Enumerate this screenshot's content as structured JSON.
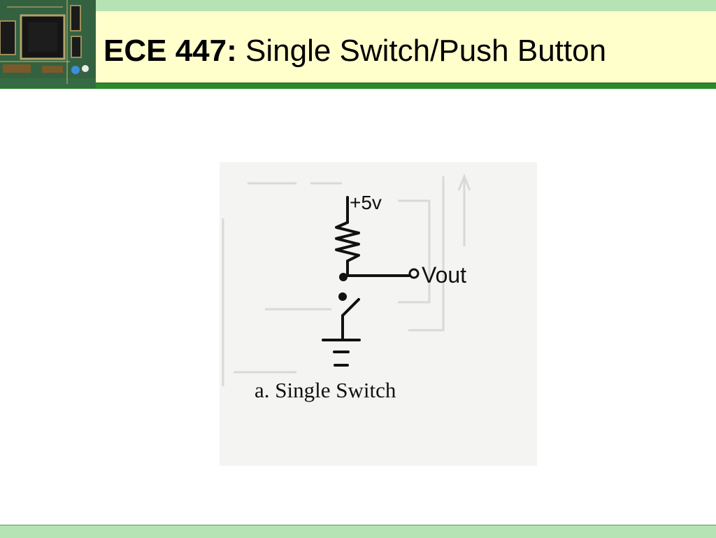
{
  "slide": {
    "title_code": "ECE 447:",
    "title_text": "Single Switch/Push Button",
    "header_image": "circuit-board-photo-icon"
  },
  "figure": {
    "supply_label": "+5v",
    "output_label": "Vout",
    "caption": "a. Single Switch"
  },
  "colors": {
    "header_bg": "#ffffcc",
    "accent_green": "#2b8a2b",
    "strip_green": "#b5e3b3"
  }
}
